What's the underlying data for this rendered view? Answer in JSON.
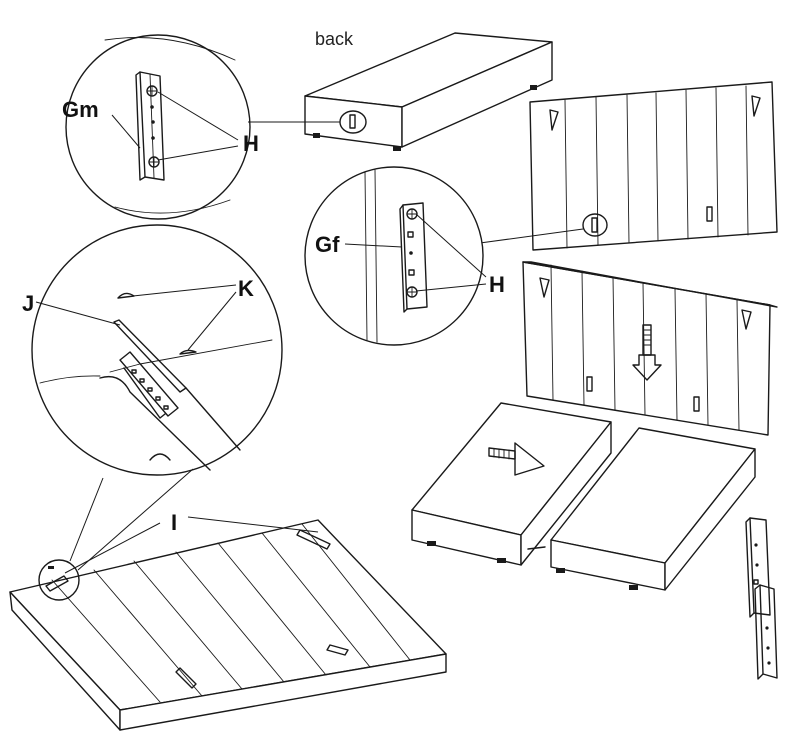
{
  "labels": {
    "back": "back",
    "gm": "Gm",
    "h_top": "H",
    "gf": "Gf",
    "h_mid": "H",
    "j": "J",
    "k": "K",
    "i": "I"
  }
}
